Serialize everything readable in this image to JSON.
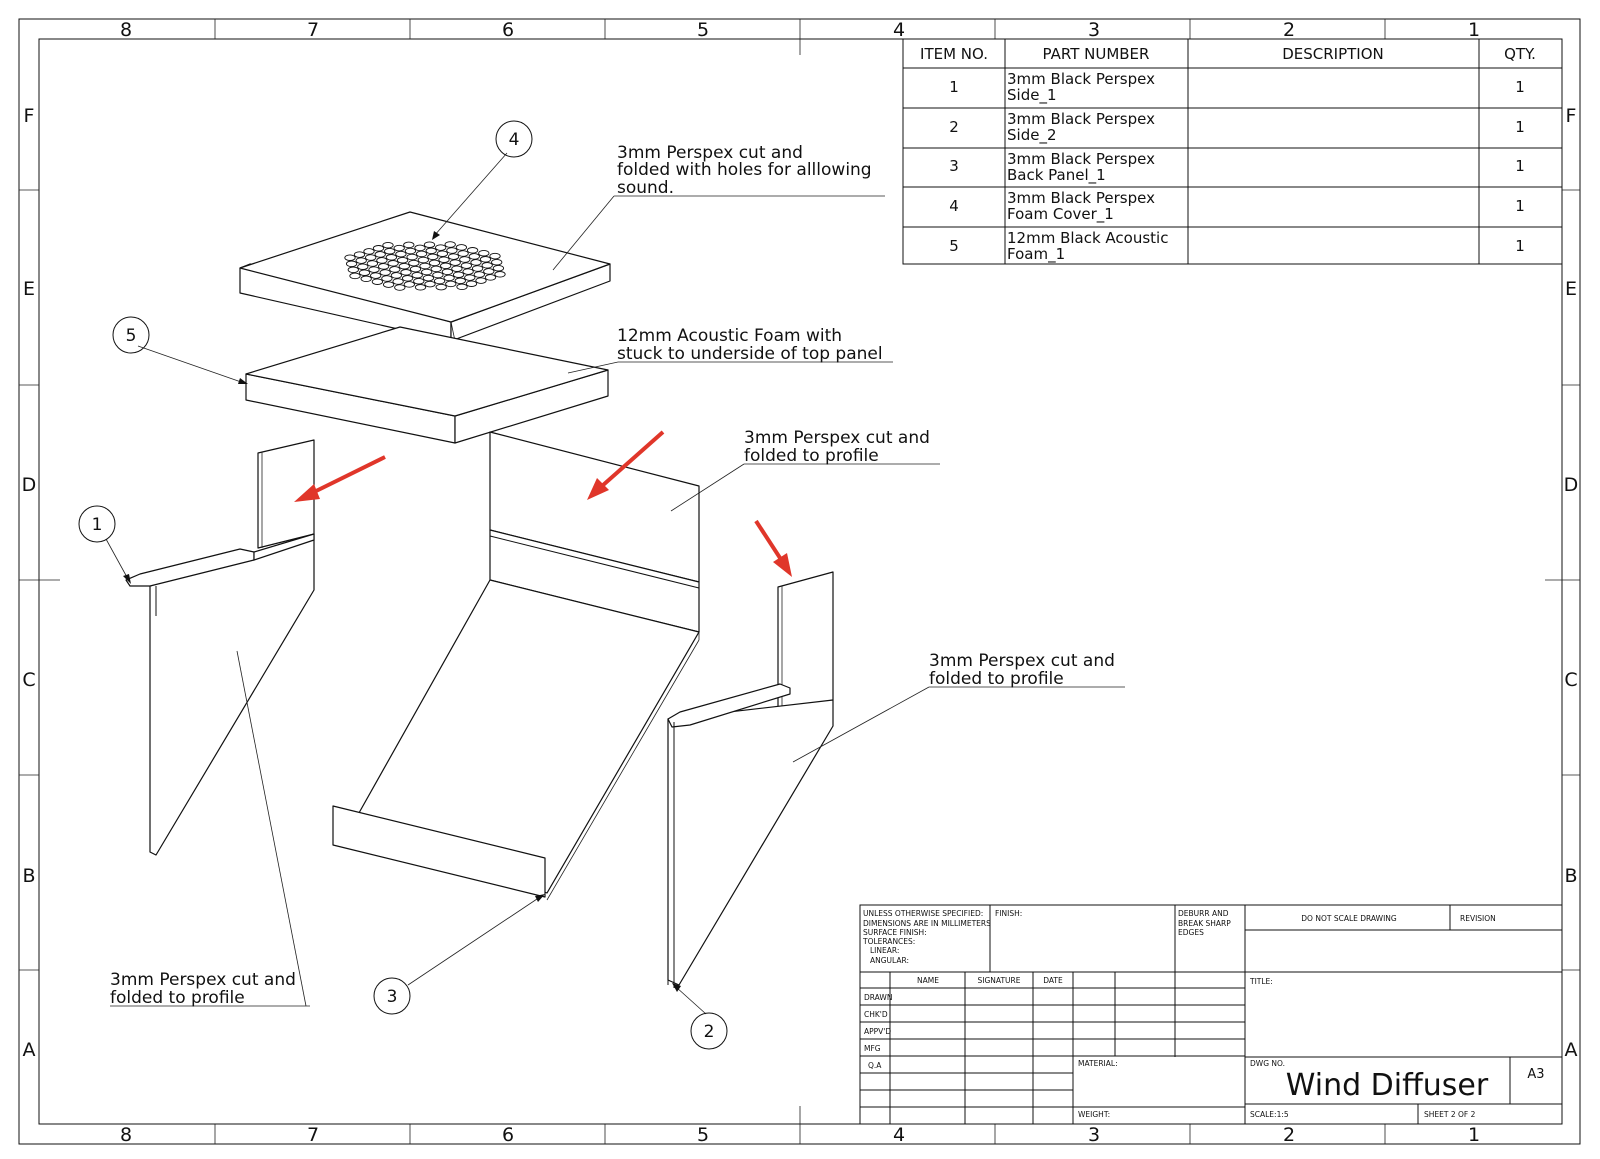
{
  "zones": {
    "columns": [
      "8",
      "7",
      "6",
      "5",
      "4",
      "3",
      "2",
      "1"
    ],
    "rows": [
      "F",
      "E",
      "D",
      "C",
      "B",
      "A"
    ]
  },
  "bom": {
    "headers": [
      "ITEM NO.",
      "PART NUMBER",
      "DESCRIPTION",
      "QTY."
    ],
    "rows": [
      {
        "item": "1",
        "part_line1": "3mm Black Perspex",
        "part_line2": "Side_1",
        "description": "",
        "qty": "1"
      },
      {
        "item": "2",
        "part_line1": "3mm Black Perspex",
        "part_line2": "Side_2",
        "description": "",
        "qty": "1"
      },
      {
        "item": "3",
        "part_line1": "3mm Black Perspex",
        "part_line2": "Back Panel_1",
        "description": "",
        "qty": "1"
      },
      {
        "item": "4",
        "part_line1": "3mm Black Perspex",
        "part_line2": "Foam Cover_1",
        "description": "",
        "qty": "1"
      },
      {
        "item": "5",
        "part_line1": "12mm Black Acoustic",
        "part_line2": "Foam_1",
        "description": "",
        "qty": "1"
      }
    ]
  },
  "notes": {
    "top_cover": [
      "3mm Perspex cut and",
      "folded with holes for alllowing",
      "sound."
    ],
    "foam": [
      "12mm Acoustic Foam with",
      "stuck to underside of top panel"
    ],
    "back_panel": [
      "3mm Perspex cut and",
      "folded to profile"
    ],
    "side_right": [
      "3mm Perspex cut and",
      "folded to profile"
    ],
    "side_left": [
      "3mm Perspex cut and",
      "folded to profile"
    ]
  },
  "balloons": [
    "1",
    "2",
    "3",
    "4",
    "5"
  ],
  "arrow_color": "#e0362a",
  "title_block": {
    "tolerance": [
      "UNLESS OTHERWISE SPECIFIED:",
      "DIMENSIONS ARE IN MILLIMETERS",
      "SURFACE FINISH:",
      "TOLERANCES:",
      "LINEAR:",
      "ANGULAR:"
    ],
    "finish_label": "FINISH:",
    "deburr": [
      "DEBURR AND",
      "BREAK SHARP",
      "EDGES"
    ],
    "do_not_scale": "DO NOT SCALE DRAWING",
    "revision": "REVISION",
    "col_headers": [
      "NAME",
      "SIGNATURE",
      "DATE"
    ],
    "row_labels": [
      "DRAWN",
      "CHK'D",
      "APPV'D",
      "MFG",
      "Q.A"
    ],
    "title_label": "TITLE:",
    "material_label": "MATERIAL:",
    "weight_label": "WEIGHT:",
    "dwg_no_label": "DWG NO.",
    "drawing_title": "Wind Diffuser",
    "size": "A3",
    "scale": "SCALE:1:5",
    "sheet": "SHEET 2 OF 2"
  }
}
